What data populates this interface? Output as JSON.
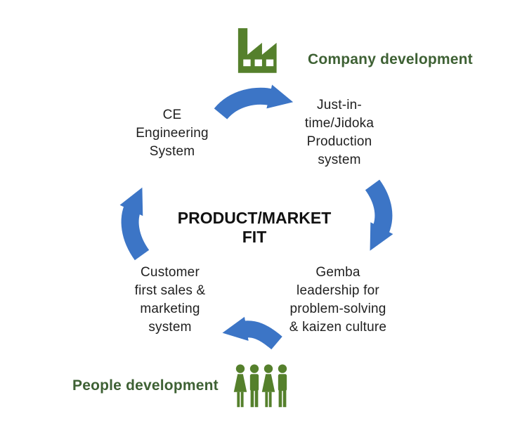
{
  "title": {
    "lines": [
      "PRODUCT/MARKET",
      "FIT"
    ]
  },
  "nodes": [
    {
      "id": "ce-engineering-system",
      "lines": [
        "CE",
        "Engineering",
        "System"
      ]
    },
    {
      "id": "jit-jidoka-production",
      "lines": [
        "Just-in-",
        "time/Jidoka",
        "Production",
        "system"
      ]
    },
    {
      "id": "gemba-leadership",
      "lines": [
        "Gemba",
        "leadership for",
        "problem-solving",
        "& kaizen culture"
      ]
    },
    {
      "id": "customer-first-sales",
      "lines": [
        "Customer",
        "first sales &",
        "marketing",
        "system"
      ]
    }
  ],
  "labels": {
    "company": "Company development",
    "people": "People development"
  },
  "icons": {
    "factory": "factory-icon",
    "people_group": "people-group-icon"
  },
  "arrows": [
    {
      "id": "ce-to-jit",
      "direction": "right"
    },
    {
      "id": "jit-to-gemba",
      "direction": "down"
    },
    {
      "id": "gemba-to-customer",
      "direction": "left"
    },
    {
      "id": "customer-to-ce",
      "direction": "up"
    }
  ],
  "colors": {
    "arrow_blue": "#3c75c6",
    "icon_green": "#55802c",
    "label_green": "#3e6134",
    "text_black": "#1f1f1f",
    "background": "#ffffff"
  }
}
